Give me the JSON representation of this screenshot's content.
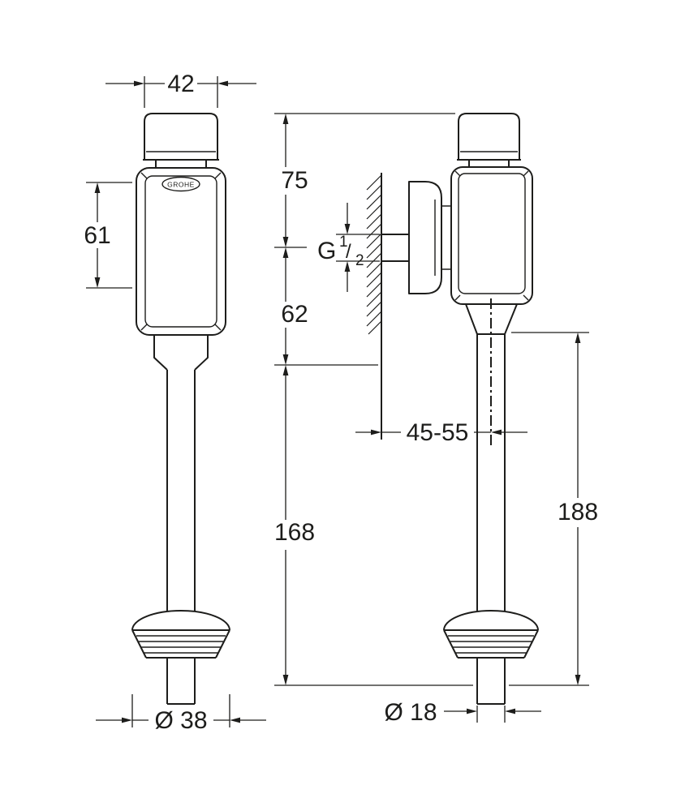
{
  "drawing": {
    "brand_logo": "GROHE",
    "front_view": {
      "cap_width": "42",
      "body_height": "61",
      "flange_diameter": "Ø 38"
    },
    "side_view": {
      "top_to_inlet": "75",
      "inlet_to_outlet": "62",
      "thread": {
        "prefix": "G",
        "numerator": "1",
        "slash": "/",
        "denominator": "2"
      },
      "wall_distance": "45-55",
      "outlet_length": "168",
      "overall_length": "188",
      "pipe_diameter": "Ø 18"
    }
  }
}
